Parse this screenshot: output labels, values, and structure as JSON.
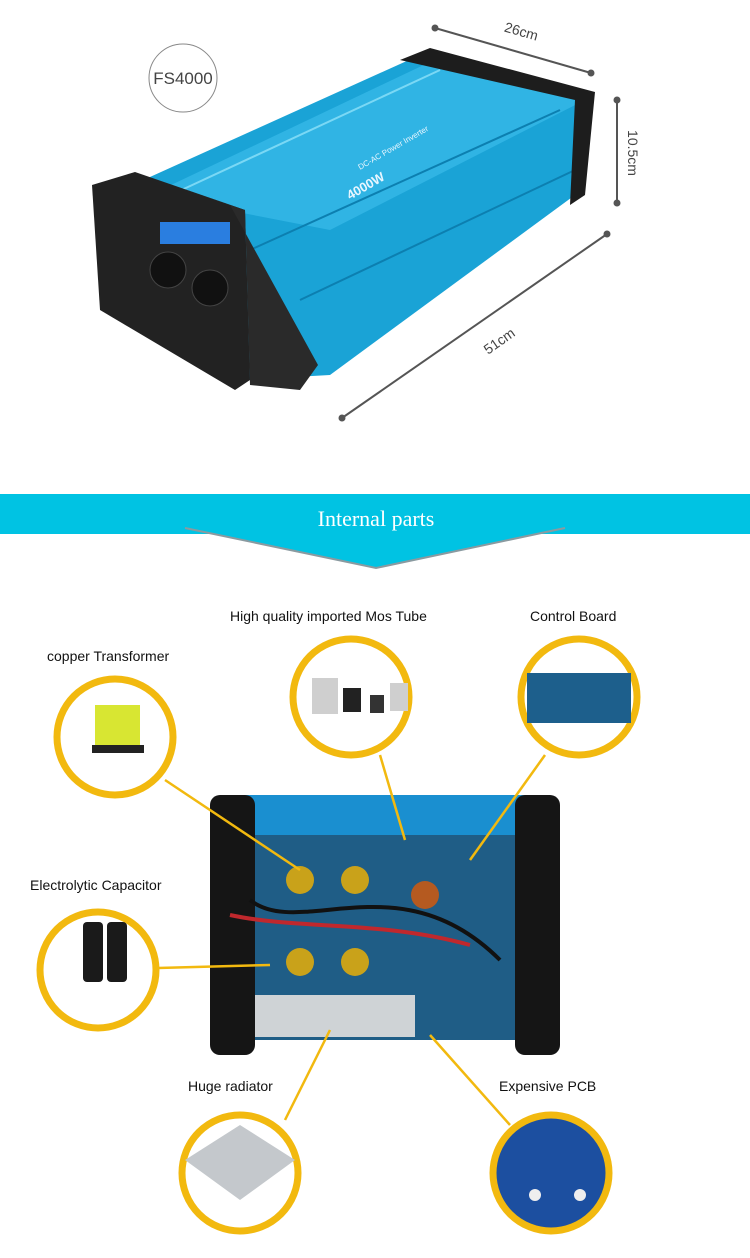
{
  "product": {
    "model_badge": "FS4000",
    "panel_text": "DC-AC Power Inverter",
    "power_text": "4000W",
    "color": "#1aa3d6"
  },
  "dimensions": {
    "width": "26cm",
    "height": "10.5cm",
    "length": "51cm"
  },
  "banner": {
    "title": "Internal parts",
    "color": "#00c3e3"
  },
  "parts": [
    {
      "label": "copper  Transformer"
    },
    {
      "label": "High quality imported Mos Tube"
    },
    {
      "label": "Control Board"
    },
    {
      "label": "Electrolytic Capacitor"
    },
    {
      "label": "Huge radiator"
    },
    {
      "label": "Expensive PCB"
    }
  ],
  "accent_color": "#f2b90f"
}
